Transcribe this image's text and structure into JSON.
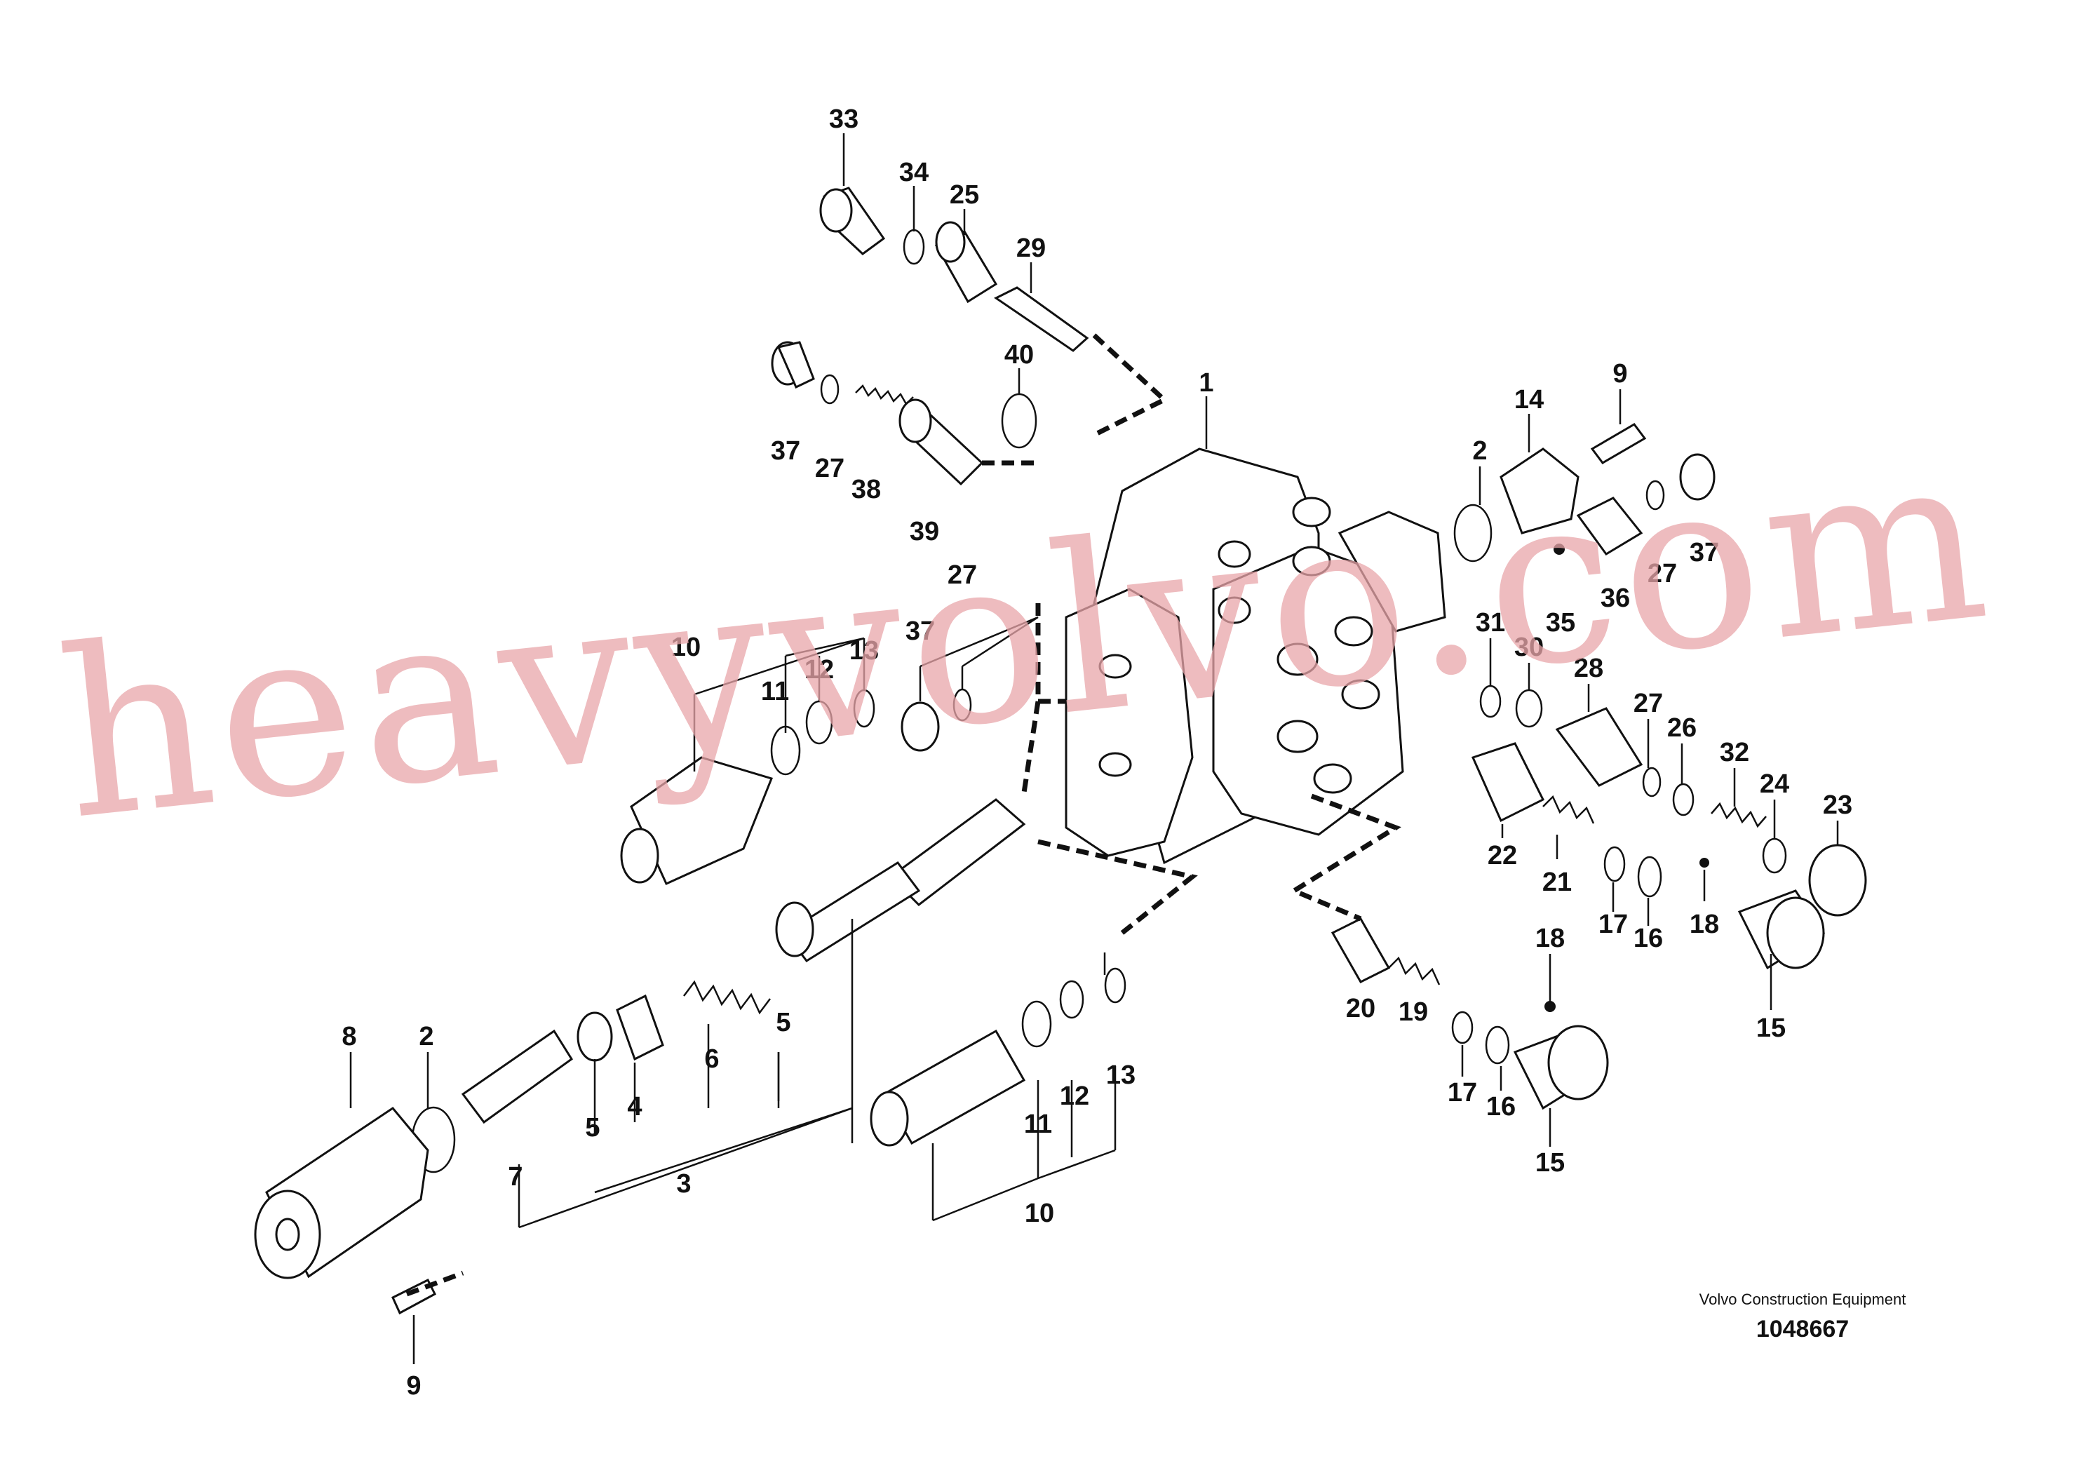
{
  "callouts": [
    "1",
    "2",
    "3",
    "4",
    "5",
    "6",
    "7",
    "8",
    "9",
    "10",
    "11",
    "12",
    "13",
    "14",
    "15",
    "16",
    "17",
    "18",
    "19",
    "20",
    "21",
    "22",
    "23",
    "24",
    "25",
    "26",
    "27",
    "28",
    "29",
    "30",
    "31",
    "32",
    "33",
    "34",
    "35",
    "36",
    "37",
    "38",
    "39",
    "40"
  ],
  "footer": {
    "company": "Volvo Construction Equipment",
    "document_number": "1048667"
  },
  "watermark": "heavyvolvo.com"
}
